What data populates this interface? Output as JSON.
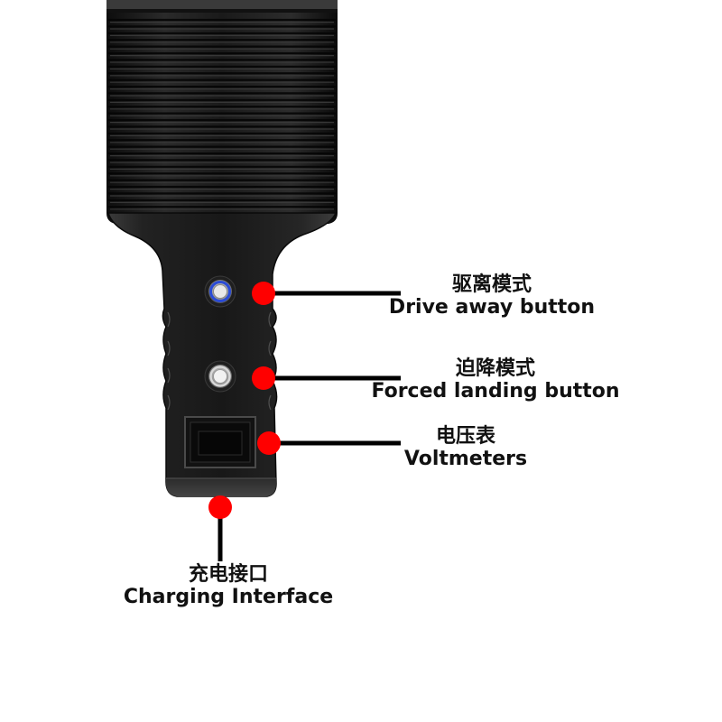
{
  "colors": {
    "marker": "#ff0000",
    "leader": "#000000",
    "device_body": "#1a1a1a",
    "device_highlight": "#4a4a4a",
    "button_ring_blue": "#2a4bd6",
    "button_ring_silver": "#d8d8d8"
  },
  "callouts": [
    {
      "id": "drive-away",
      "zh": "驱离模式",
      "en": "Drive away button",
      "button_light": "blue"
    },
    {
      "id": "forced-landing",
      "zh": "迫降模式",
      "en": "Forced landing button",
      "button_light": "white"
    },
    {
      "id": "voltmeter",
      "zh": "电压表",
      "en": "Voltmeters"
    },
    {
      "id": "charging",
      "zh": "充电接口",
      "en": "Charging Interface"
    }
  ],
  "icons": {
    "drive_button": "round-push-button-blue-ring",
    "landing_button": "round-push-button-silver",
    "voltmeter": "rectangular-display-window",
    "callout_marker": "red-dot"
  }
}
